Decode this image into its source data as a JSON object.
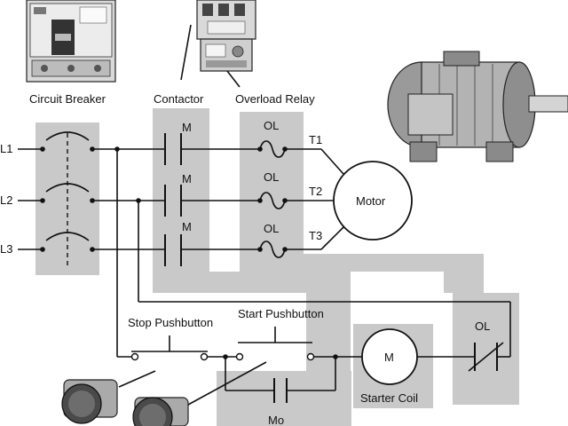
{
  "labels": {
    "circuit_breaker": "Circuit Breaker",
    "contactor": "Contactor",
    "overload_relay": "Overload Relay",
    "line1": "L1",
    "line2": "L2",
    "line3": "L3",
    "contact_m1": "M",
    "contact_m2": "M",
    "contact_m3": "M",
    "ol1": "OL",
    "ol2": "OL",
    "ol3": "OL",
    "ol_control": "OL",
    "t1": "T1",
    "t2": "T2",
    "t3": "T3",
    "motor": "Motor",
    "stop_pushbutton": "Stop Pushbutton",
    "start_pushbutton": "Start Pushbutton",
    "coil_m": "M",
    "starter_coil": "Starter Coil",
    "holding_contact": "Mo"
  },
  "colors": {
    "shade": "#c9c9c9",
    "wire": "#111111",
    "device_body": "#e6e6e6"
  }
}
